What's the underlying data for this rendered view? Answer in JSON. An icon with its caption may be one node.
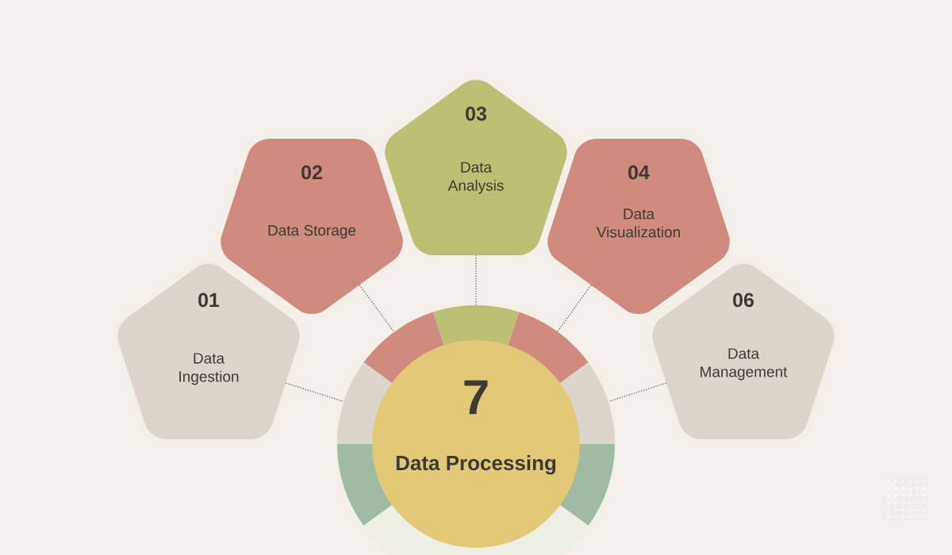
{
  "diagram": {
    "nodes": [
      {
        "text": [
          "01",
          "Data Ingestion"
        ]
      },
      {
        "text": [
          "02",
          "Data Storage"
        ]
      },
      {
        "text": [
          "03",
          "Data Analysis"
        ]
      },
      {
        "text": [
          "04",
          "Data Visualization"
        ]
      },
      {
        "text": [
          "06",
          "Data Management"
        ]
      },
      {
        "text": [],
        "shape": "circle"
      },
      {
        "text": [
          "7",
          "Data Processing"
        ],
        "in": 5
      }
    ],
    "edges": [
      {
        "from": 0,
        "to": 5,
        "arrow": "none"
      },
      {
        "from": 1,
        "to": 5,
        "arrow": "none"
      },
      {
        "from": 2,
        "to": 5,
        "arrow": "none"
      },
      {
        "from": 3,
        "to": 5,
        "arrow": "none"
      },
      {
        "from": 4,
        "to": 5,
        "arrow": "none"
      }
    ]
  }
}
